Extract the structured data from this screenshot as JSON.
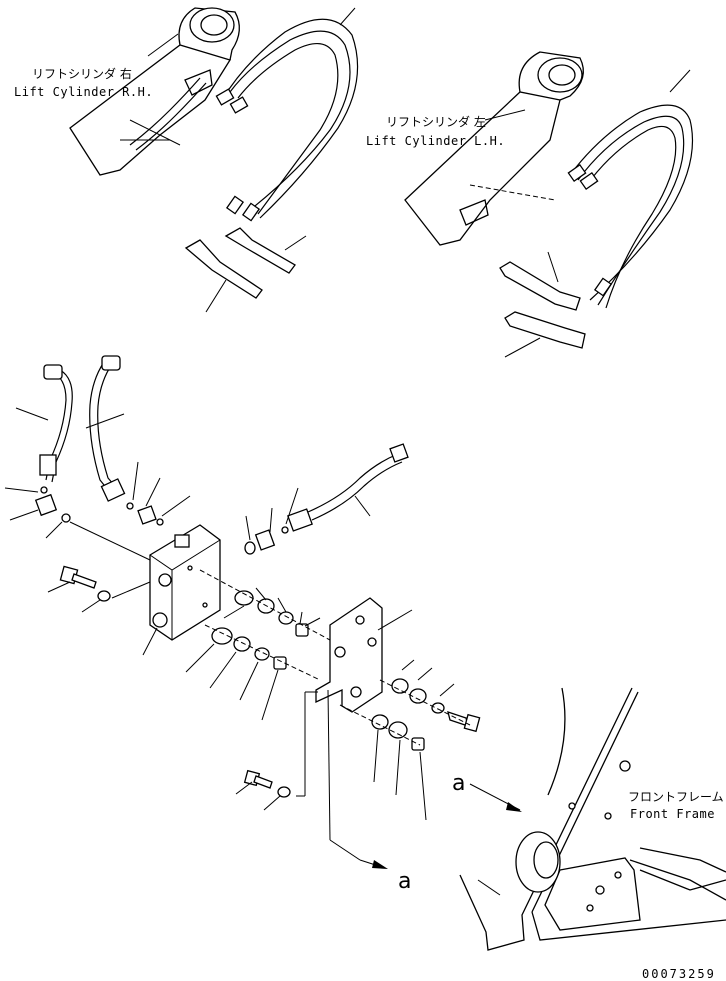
{
  "labels": {
    "lift_cylinder_rh_jp": "リフトシリンダ 右",
    "lift_cylinder_rh_en": "Lift Cylinder R.H.",
    "lift_cylinder_lh_jp": "リフトシリンダ 左",
    "lift_cylinder_lh_en": "Lift Cylinder L.H.",
    "front_frame_jp": "フロントフレーム",
    "front_frame_en": "Front Frame",
    "view_letter_top": "a",
    "view_letter_bottom": "a",
    "drawing_number": "00073259"
  }
}
